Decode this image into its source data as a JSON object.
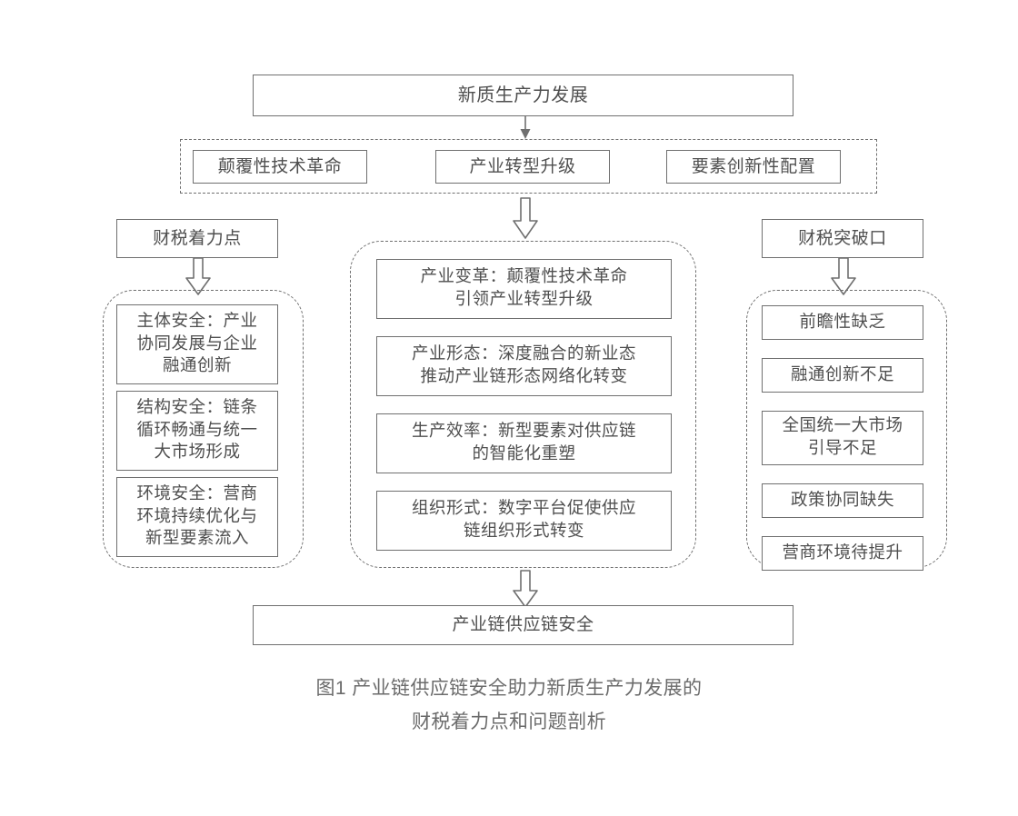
{
  "figure": {
    "top_node": {
      "label": "新质生产力发展"
    },
    "driver_band": {
      "items": [
        {
          "label": "颠覆性技术革命"
        },
        {
          "label": "产业转型升级"
        },
        {
          "label": "要素创新性配置"
        }
      ]
    },
    "left_column": {
      "header": {
        "label": "财税着力点"
      },
      "items": [
        {
          "label": "主体安全：产业\n协同发展与企业\n融通创新"
        },
        {
          "label": "结构安全：链条\n循环畅通与统一\n大市场形成"
        },
        {
          "label": "环境安全：营商\n环境持续优化与\n新型要素流入"
        }
      ]
    },
    "center_column": {
      "items": [
        {
          "label": "产业变革：颠覆性技术革命\n引领产业转型升级"
        },
        {
          "label": "产业形态：深度融合的新业态\n推动产业链形态网络化转变"
        },
        {
          "label": "生产效率：新型要素对供应链\n的智能化重塑"
        },
        {
          "label": "组织形式：数字平台促使供应\n链组织形式转变"
        }
      ]
    },
    "right_column": {
      "header": {
        "label": "财税突破口"
      },
      "items": [
        {
          "label": "前瞻性缺乏"
        },
        {
          "label": "融通创新不足"
        },
        {
          "label": "全国统一大市场\n引导不足"
        },
        {
          "label": "政策协同缺失"
        },
        {
          "label": "营商环境待提升"
        }
      ]
    },
    "bottom_node": {
      "label": "产业链供应链安全"
    },
    "caption": {
      "line1": "图1 产业链供应链安全助力新质生产力发展的",
      "line2": "财税着力点和问题剖析"
    },
    "colors": {
      "stroke": "#6f6f6f",
      "text": "#4f4f4f",
      "caption_text": "#6b6b6b",
      "background": "#ffffff"
    }
  }
}
